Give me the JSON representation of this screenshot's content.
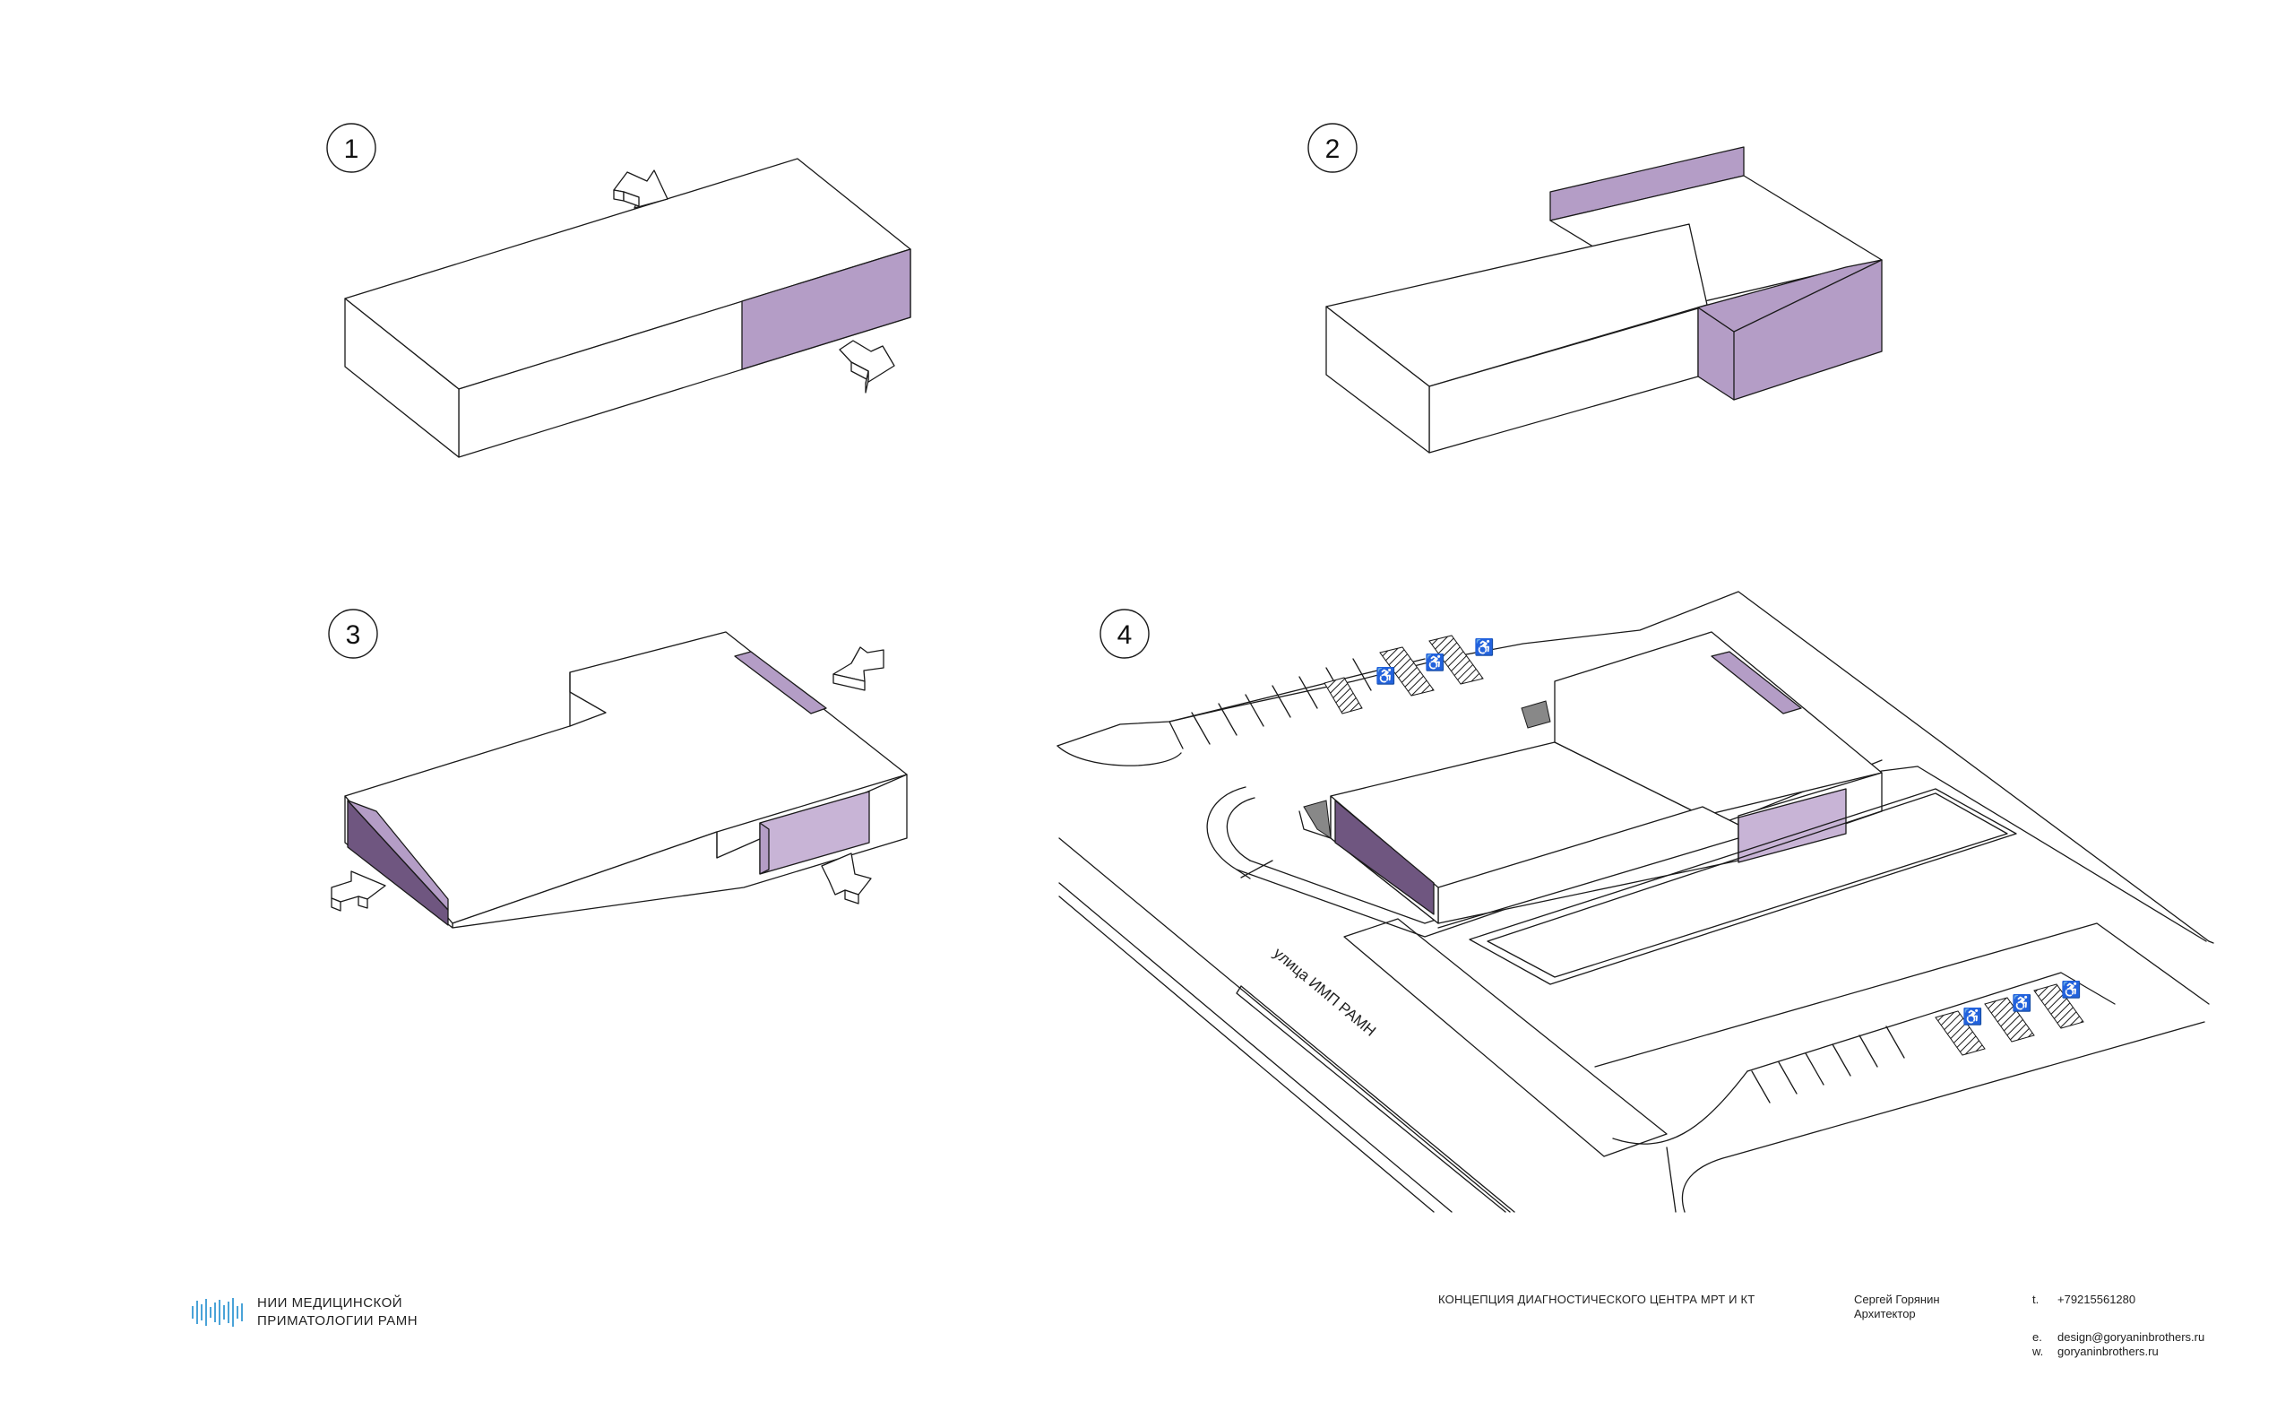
{
  "steps": [
    {
      "number": "1"
    },
    {
      "number": "2"
    },
    {
      "number": "3"
    },
    {
      "number": "4"
    }
  ],
  "site": {
    "street_label": "улица ИМП РАМН"
  },
  "colors": {
    "accent": "#b49dc6",
    "accent_dark": "#6f5680",
    "logo_blue": "#4aa3d8"
  },
  "footer": {
    "logo": {
      "line1": "НИИ МЕДИЦИНСКОЙ",
      "line2": "ПРИМАТОЛОГИИ РАМН"
    },
    "project_title": "КОНЦЕПЦИЯ ДИАГНОСТИЧЕСКОГО ЦЕНТРА МРТ И КТ",
    "author": {
      "name": "Сергей Горянин",
      "role": "Архитектор"
    },
    "contacts": {
      "phone_label": "t.",
      "phone": "+79215561280",
      "email_label": "e.",
      "email": "design@goryaninbrothers.ru",
      "web_label": "w.",
      "web": "goryaninbrothers.ru"
    }
  }
}
